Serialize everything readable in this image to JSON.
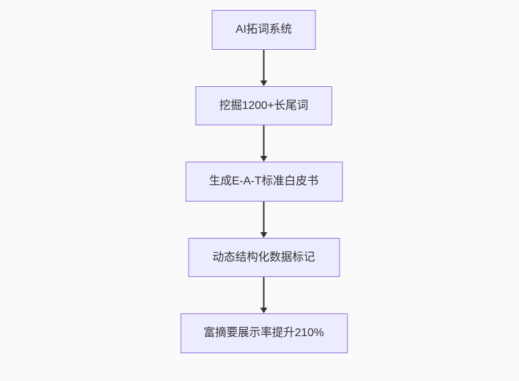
{
  "diagram": {
    "type": "flowchart",
    "direction": "top-down",
    "nodes": [
      {
        "id": "step-1",
        "label": "AI拓词系统"
      },
      {
        "id": "step-2",
        "label": "挖掘1200+长尾词"
      },
      {
        "id": "step-3",
        "label": "生成E-A-T标准白皮书"
      },
      {
        "id": "step-4",
        "label": "动态结构化数据标记"
      },
      {
        "id": "step-5",
        "label": "富摘要展示率提升210%"
      }
    ],
    "edges": [
      {
        "from": "step-1",
        "to": "step-2"
      },
      {
        "from": "step-2",
        "to": "step-3"
      },
      {
        "from": "step-3",
        "to": "step-4"
      },
      {
        "from": "step-4",
        "to": "step-5"
      }
    ],
    "colors": {
      "node_fill": "#ECECFF",
      "node_border": "#9370DB",
      "node_text": "#333333",
      "arrow": "#333333",
      "background": "#fafafa"
    }
  }
}
